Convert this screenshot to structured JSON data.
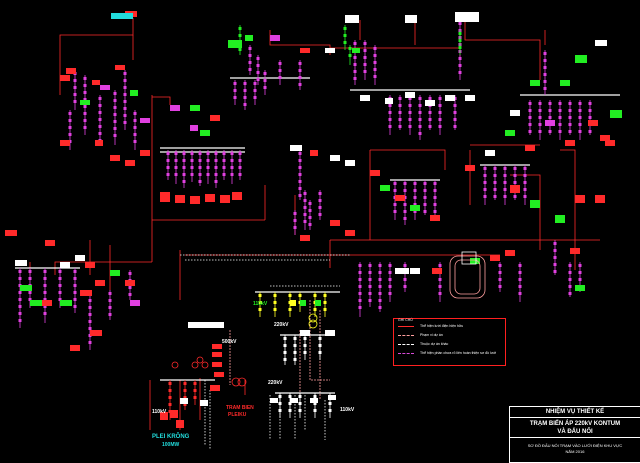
{
  "title_block": {
    "row1": "NHIỆM VỤ THIẾT KẾ",
    "row2a": "TRẠM BIẾN ÁP 220kV KONTUM",
    "row2b": "VÀ ĐẤU NỐI",
    "row3a": "SƠ ĐỒ ĐẤU NỐI TRẠM VÀO LƯỚI ĐIỆN KHU VỰC",
    "row3b": "NĂM 2016"
  },
  "legend": {
    "title": "GHI CHÚ",
    "items": [
      {
        "text": "Thể hiện lưới điện hiện hữu",
        "color": "#ff2a2a"
      },
      {
        "text": "Phạm vi dự án",
        "color": "#ff9e9e"
      },
      {
        "text": "Thuộc dự án khác",
        "color": "#ffffff"
      },
      {
        "text": "Thể hiện phần chưa rõ liên hoàn thiện sơ đồ lưới",
        "color": "#d84ad8"
      }
    ]
  },
  "labels": {
    "kv110_left": "110kV",
    "plei_krong": "PLEI KRÔNG",
    "plei_krong_sub": "100MW",
    "kv220_a": "220kV",
    "kv220_b": "220kV",
    "kv110_mid": "110kV",
    "kv110_right": "110kV",
    "kv500": "500kV",
    "mva": "TRAM BIEN",
    "mva2": "PLEIKU"
  },
  "colors": {
    "existing": "#ff2a2a",
    "project": "#ff9e9e",
    "other": "#ffffff",
    "magenta": "#e040e0",
    "green": "#22ee22",
    "yellow": "#ffff22",
    "cyan": "#22dddd",
    "background": "#000000"
  }
}
